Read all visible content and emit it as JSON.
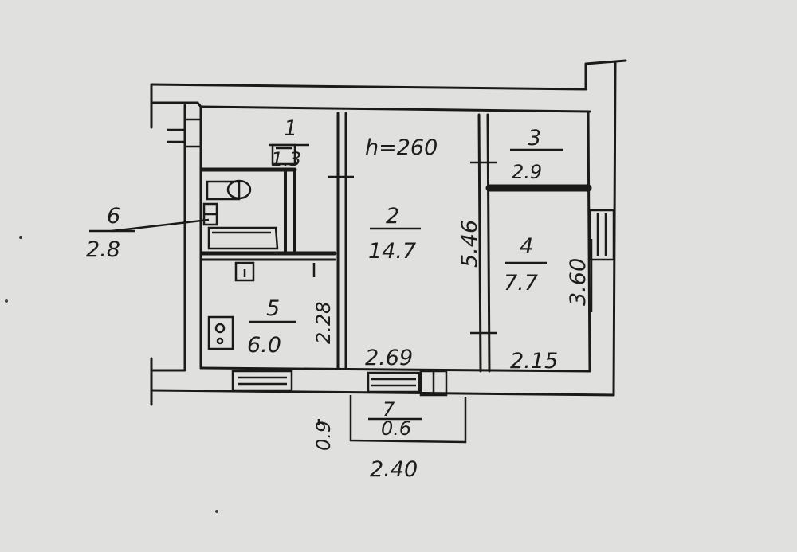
{
  "plan": {
    "ceiling_height": "h=260",
    "rooms": [
      {
        "number": "1",
        "area": "1.3"
      },
      {
        "number": "2",
        "area": "14.7"
      },
      {
        "number": "3",
        "area": "2.9"
      },
      {
        "number": "4",
        "area": "7.7"
      },
      {
        "number": "5",
        "area": "6.0"
      },
      {
        "number": "6",
        "area": "2.8"
      },
      {
        "number": "7",
        "area": "0.6"
      }
    ],
    "dimensions": {
      "room2_length": "5.46",
      "room4_length": "3.60",
      "room5_length": "2.28",
      "room2_width": "2.69",
      "room4_width": "2.15",
      "balcony_depth": "0.9",
      "balcony_length": "2.40"
    },
    "colors": {
      "paper": "#e4e4e2",
      "ink": "#1a1a1a"
    }
  }
}
